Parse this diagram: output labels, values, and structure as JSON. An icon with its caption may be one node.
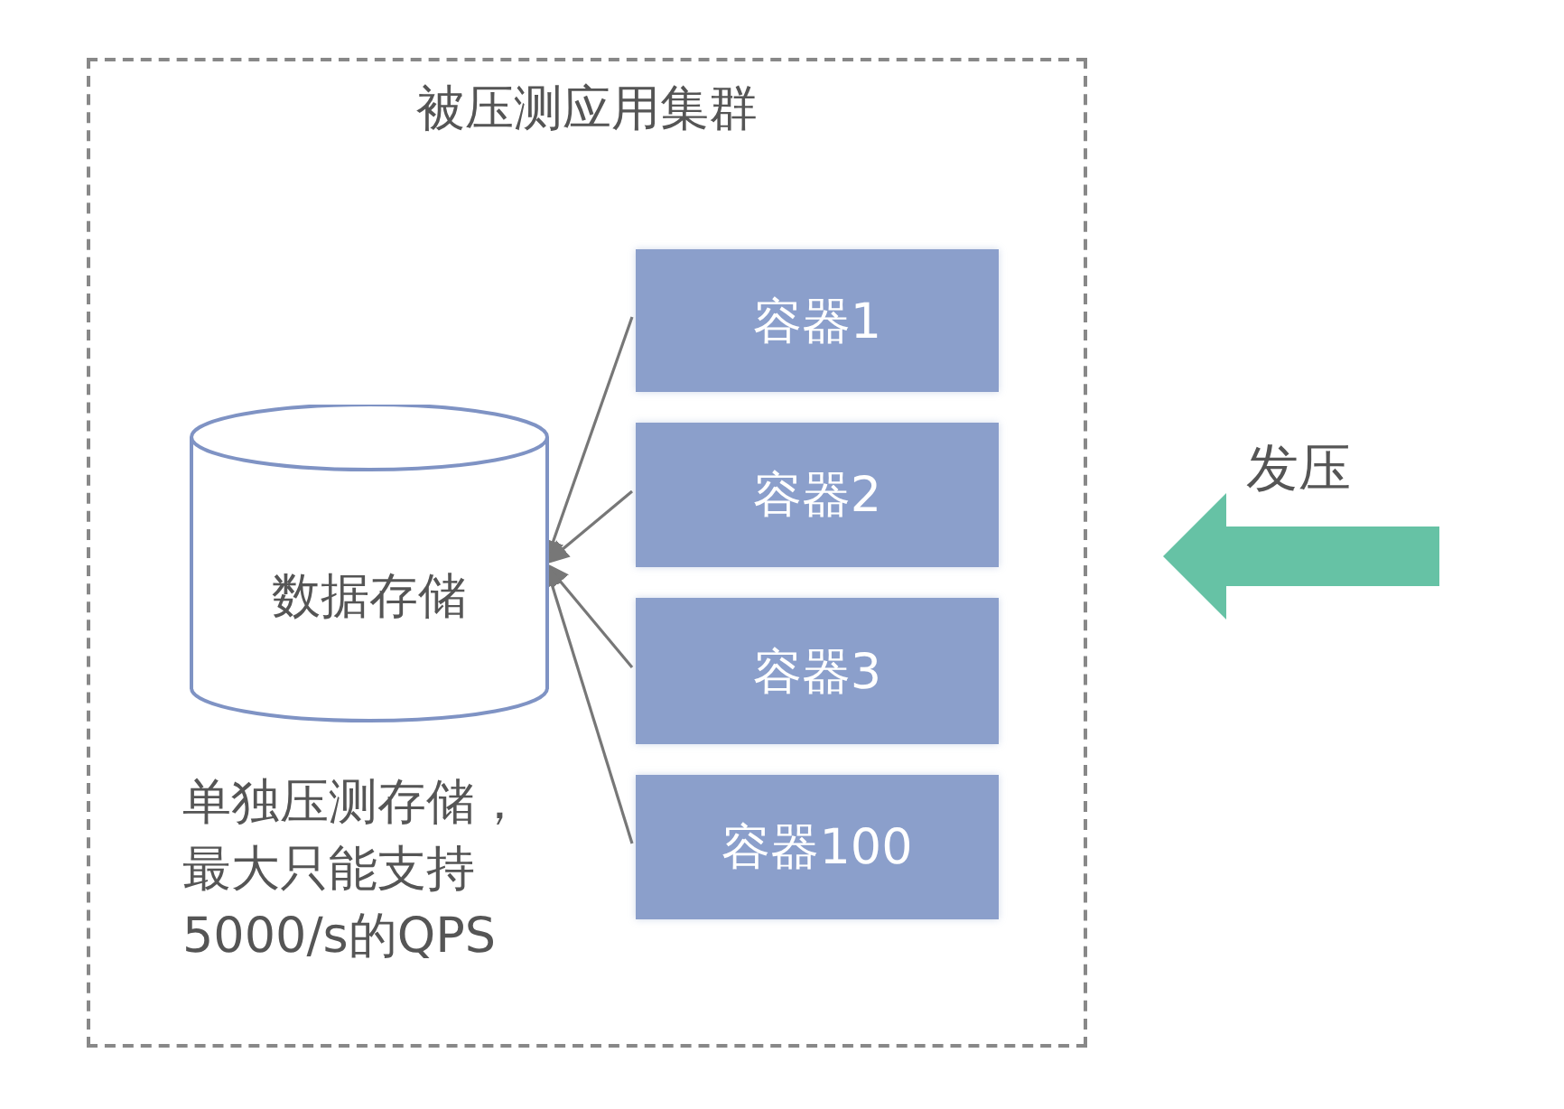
{
  "diagram": {
    "nodes": [
      {
        "text": [
          "被压测应用集群"
        ]
      },
      {
        "text": [
          "数据存储"
        ],
        "beside": [
          "单独压测存储，最大只能支持5000/s的QPS"
        ],
        "in": 0
      },
      {
        "text": [
          "容器1"
        ],
        "in": 0
      },
      {
        "text": [
          "容器2"
        ],
        "in": 0
      },
      {
        "text": [
          "容器3"
        ],
        "in": 0
      },
      {
        "text": [
          "容器100"
        ],
        "in": 0
      }
    ],
    "edges": [
      {
        "from": 2,
        "to": 1,
        "arrow": "to"
      },
      {
        "from": 3,
        "to": 1,
        "arrow": "to"
      },
      {
        "from": 4,
        "to": 1,
        "arrow": "to"
      },
      {
        "from": 5,
        "to": 1,
        "arrow": "to"
      },
      {
        "from": null,
        "to": 0,
        "arrow": "to",
        "label": "发压",
        "style": "thick",
        "color": "#66c2a5"
      }
    ]
  }
}
